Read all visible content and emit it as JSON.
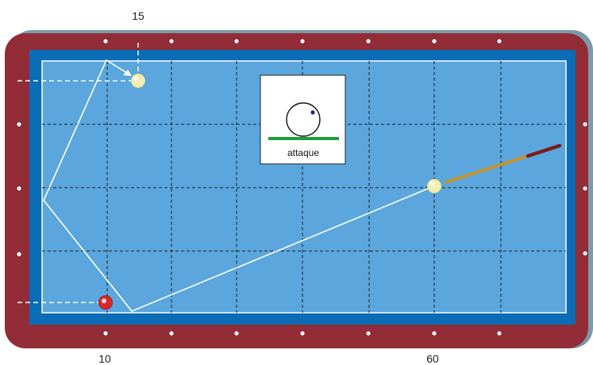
{
  "diagram": {
    "marker_top": "15",
    "marker_bottom_left": "10",
    "marker_bottom_right": "60",
    "spin_caption": "attaque"
  },
  "colors": {
    "rail": "#922c37",
    "rail_shadow": "#7c9aa7",
    "cushion": "#0a6db5",
    "cloth": "#5aa6dd",
    "grid_line": "#222222",
    "path_line": "#ffffff",
    "cue_ball": "#f3efb0",
    "object_ball": "#f3efb0",
    "red_ball": "#d8282c",
    "cue_shaft": "#c8922a",
    "cue_butt": "#7a1c1c",
    "spin_bar": "#1e9e3a",
    "spin_dot": "#1a2a8c"
  },
  "icons": {
    "cue_stick": "cue-stick-icon",
    "spin_indicator": "spin-indicator-icon"
  }
}
